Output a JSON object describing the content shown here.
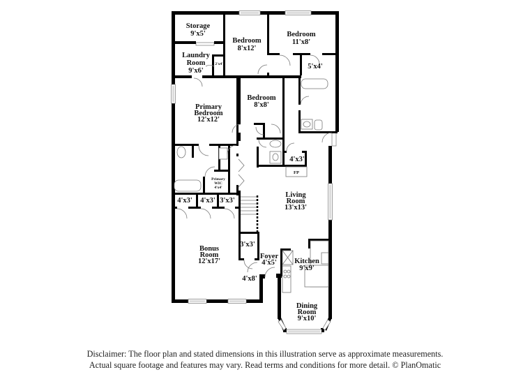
{
  "rooms": {
    "storage": {
      "name": "Storage",
      "dims": "9'x5'"
    },
    "laundry": {
      "name_line1": "Laundry",
      "name_line2": "Room",
      "dims": "9'x6'"
    },
    "laundry_closet": {
      "dims": "2'x4'"
    },
    "bedroom_2": {
      "name": "Bedroom",
      "dims": "8'x12'"
    },
    "bedroom_3": {
      "name": "Bedroom",
      "dims": "11'x8'"
    },
    "closet_5x4": {
      "dims": "5'x4'"
    },
    "primary_bedroom": {
      "name_line1": "Primary",
      "name_line2": "Bedroom",
      "dims": "12'x12'"
    },
    "bedroom_4": {
      "name": "Bedroom",
      "dims": "8'x8'"
    },
    "closet_4x3_fp": {
      "dims": "4'x3'"
    },
    "fireplace": {
      "label": "FP"
    },
    "primary_wic": {
      "name_line1": "Primary",
      "name_line2": "WIC",
      "dims": "4'x4'"
    },
    "closet_a": {
      "dims": "4'x3'"
    },
    "closet_b": {
      "dims": "4'x3'"
    },
    "closet_c": {
      "dims": "3'x3'"
    },
    "living_room": {
      "name_line1": "Living",
      "name_line2": "Room",
      "dims": "13'x13'"
    },
    "bonus_room": {
      "name_line1": "Bonus",
      "name_line2": "Room",
      "dims": "12'x17'"
    },
    "closet_foyer": {
      "dims": "3'x3'"
    },
    "foyer": {
      "name": "Foyer",
      "dims": "4'x5'"
    },
    "entry": {
      "dims": "4'x8'"
    },
    "kitchen": {
      "name": "Kitchen",
      "dims": "9'x9'"
    },
    "dining_room": {
      "name_line1": "Dining",
      "name_line2": "Room",
      "dims": "9'x10'"
    }
  },
  "disclaimer": {
    "line1": "Disclaimer: The floor plan and stated dimensions in this illustration serve as approximate measurements.",
    "line2": "Actual square footage and features may vary. Read terms and conditions for more detail. © PlanOmatic"
  }
}
